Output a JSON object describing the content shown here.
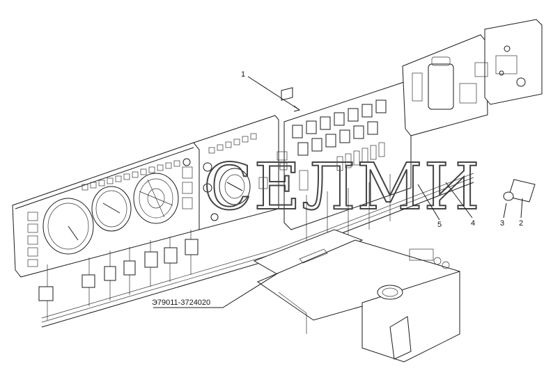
{
  "watermark": "СЕЛМИ",
  "part_number": "Э79011-3724020",
  "callouts": [
    {
      "id": "c1",
      "text": "1"
    },
    {
      "id": "c2",
      "text": "2"
    },
    {
      "id": "c3",
      "text": "3"
    },
    {
      "id": "c4",
      "text": "4"
    },
    {
      "id": "c5",
      "text": "5"
    }
  ]
}
